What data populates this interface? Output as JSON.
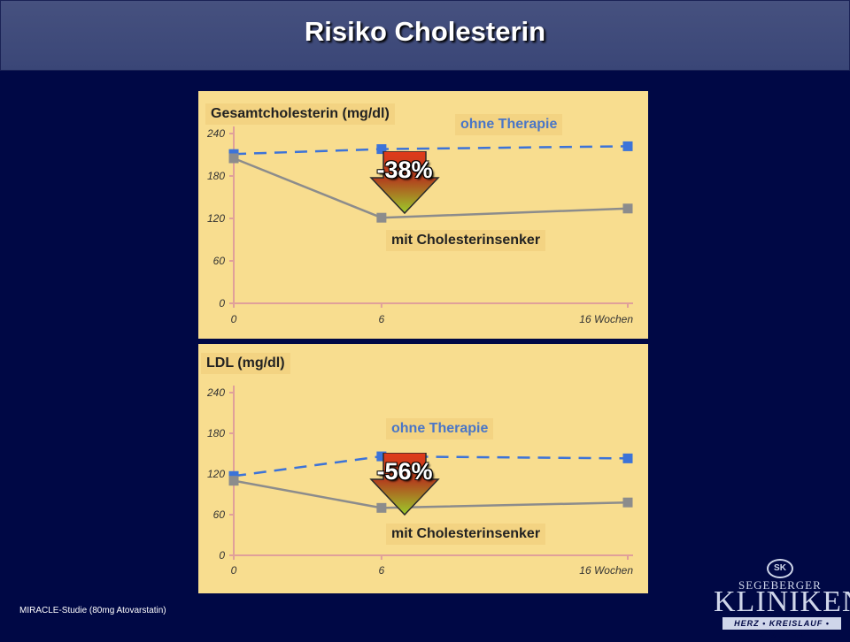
{
  "page": {
    "title": "Risiko Cholesterin",
    "footnote": "MIRACLE-Studie (80mg Atovarstatin)"
  },
  "logo": {
    "mark": "SK",
    "line1": "SEGEBERGER",
    "line2": "KLINIKEN",
    "line3": "HERZ • KREISLAUF • ZENTRUM"
  },
  "colors": {
    "background": "#000845",
    "panel": "#f8dd8f",
    "untreated": "#3c73d8",
    "treated": "#8c8c8c",
    "arrow_top": "#e23a1a",
    "arrow_bottom": "#9ccc2a"
  },
  "chart_data": [
    {
      "type": "line",
      "title": "Gesamtcholesterin (mg/dl)",
      "x_ticks": [
        "0",
        "6",
        "16 Wochen"
      ],
      "y_ticks": [
        0,
        60,
        120,
        180,
        240
      ],
      "ylim": [
        0,
        240
      ],
      "xlim": [
        0,
        16
      ],
      "series": [
        {
          "name": "ohne Therapie",
          "style": "dashed",
          "x": [
            0,
            6,
            16
          ],
          "y": [
            211,
            218,
            222
          ]
        },
        {
          "name": "mit Cholesterinsenker",
          "style": "solid",
          "x": [
            0,
            6,
            16
          ],
          "y": [
            205,
            121,
            134
          ]
        }
      ],
      "annotation": "-38%"
    },
    {
      "type": "line",
      "title": "LDL (mg/dl)",
      "x_ticks": [
        "0",
        "6",
        "16 Wochen"
      ],
      "y_ticks": [
        0,
        60,
        120,
        180,
        240
      ],
      "ylim": [
        0,
        240
      ],
      "xlim": [
        0,
        16
      ],
      "series": [
        {
          "name": "ohne Therapie",
          "style": "dashed",
          "x": [
            0,
            6,
            16
          ],
          "y": [
            117,
            146,
            143
          ]
        },
        {
          "name": "mit Cholesterinsenker",
          "style": "solid",
          "x": [
            0,
            6,
            16
          ],
          "y": [
            110,
            70,
            78
          ]
        }
      ],
      "annotation": "-56%"
    }
  ]
}
